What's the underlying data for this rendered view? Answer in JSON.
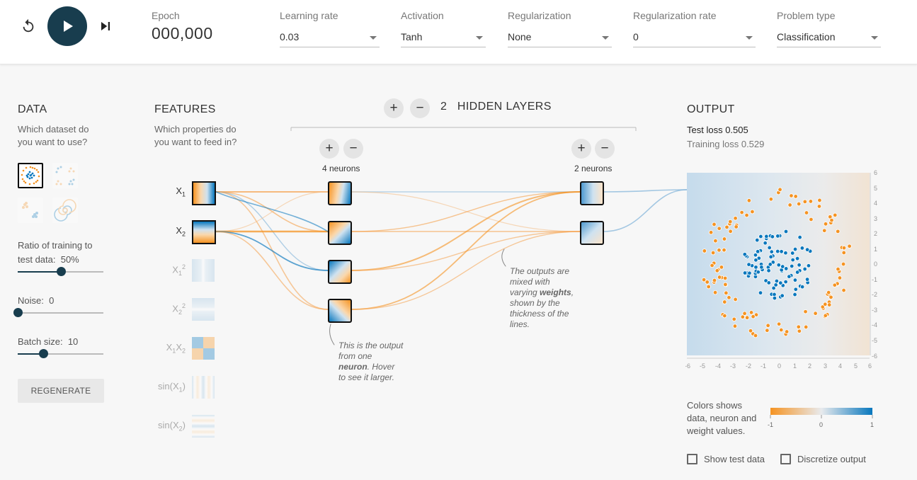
{
  "controls": {
    "reset": "reset-icon",
    "play": "play-icon",
    "step": "step-forward-icon"
  },
  "epoch": {
    "label": "Epoch",
    "value": "000,000"
  },
  "learning_rate": {
    "label": "Learning rate",
    "value": "0.03"
  },
  "activation": {
    "label": "Activation",
    "value": "Tanh"
  },
  "regularization": {
    "label": "Regularization",
    "value": "None"
  },
  "regularization_rate": {
    "label": "Regularization rate",
    "value": "0"
  },
  "problem_type": {
    "label": "Problem type",
    "value": "Classification"
  },
  "data": {
    "title": "DATA",
    "subtitle_1": "Which dataset do",
    "subtitle_2": "you want to use?",
    "ratio_label_1": "Ratio of training to",
    "ratio_label_2": "test data:",
    "ratio_value": "50%",
    "ratio_fraction": 0.5,
    "noise_label": "Noise:",
    "noise_value": "0",
    "noise_fraction": 0,
    "batch_label": "Batch size:",
    "batch_value": "10",
    "batch_fraction": 0.3,
    "regenerate": "REGENERATE"
  },
  "features": {
    "title": "FEATURES",
    "subtitle_1": "Which properties do",
    "subtitle_2": "you want to feed in?"
  },
  "hidden": {
    "count": "2",
    "label": "HIDDEN LAYERS",
    "layer1_neurons": "4 neurons",
    "layer2_neurons": "2 neurons"
  },
  "notes": {
    "neuron_1": "This is the output",
    "neuron_2": "from one",
    "neuron_3": "neuron",
    "neuron_4": ". Hover",
    "neuron_5": "to see it larger.",
    "weights_1": "The outputs are",
    "weights_2": "mixed with",
    "weights_3": "varying",
    "weights_4": "weights",
    "weights_5": ",",
    "weights_6": "shown by the",
    "weights_7": "thickness of the",
    "weights_8": "lines."
  },
  "output": {
    "title": "OUTPUT",
    "test_loss_label": "Test loss",
    "test_loss": "0.505",
    "training_loss_label": "Training loss",
    "training_loss": "0.529",
    "legend_1": "Colors shows",
    "legend_2": "data, neuron and",
    "legend_3": "weight values.",
    "scale_min": "-1",
    "scale_mid": "0",
    "scale_max": "1",
    "show_test": "Show test data",
    "discretize": "Discretize output"
  },
  "colors": {
    "orange": "#f59322",
    "blue": "#0877bd",
    "dark": "#183d4e"
  }
}
